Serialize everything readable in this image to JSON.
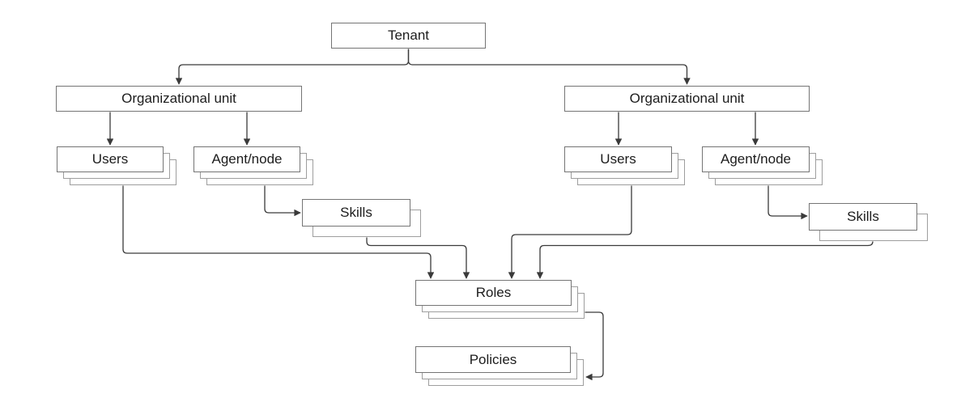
{
  "diagram": {
    "type": "hierarchy-flowchart",
    "nodes": {
      "tenant": {
        "label": "Tenant",
        "stacked": false
      },
      "org_unit_left": {
        "label": "Organizational unit",
        "stacked": false
      },
      "org_unit_right": {
        "label": "Organizational unit",
        "stacked": false
      },
      "users_left": {
        "label": "Users",
        "stacked": true
      },
      "agent_node_left": {
        "label": "Agent/node",
        "stacked": true
      },
      "skills_left": {
        "label": "Skills",
        "stacked": true
      },
      "users_right": {
        "label": "Users",
        "stacked": true
      },
      "agent_node_right": {
        "label": "Agent/node",
        "stacked": true
      },
      "skills_right": {
        "label": "Skills",
        "stacked": true
      },
      "roles": {
        "label": "Roles",
        "stacked": true
      },
      "policies": {
        "label": "Policies",
        "stacked": true
      }
    },
    "edges": [
      {
        "from": "tenant",
        "to": "org_unit_left"
      },
      {
        "from": "tenant",
        "to": "org_unit_right"
      },
      {
        "from": "org_unit_left",
        "to": "users_left"
      },
      {
        "from": "org_unit_left",
        "to": "agent_node_left"
      },
      {
        "from": "org_unit_right",
        "to": "users_right"
      },
      {
        "from": "org_unit_right",
        "to": "agent_node_right"
      },
      {
        "from": "agent_node_left",
        "to": "skills_left"
      },
      {
        "from": "agent_node_right",
        "to": "skills_right"
      },
      {
        "from": "users_left",
        "to": "roles"
      },
      {
        "from": "skills_left",
        "to": "roles"
      },
      {
        "from": "users_right",
        "to": "roles"
      },
      {
        "from": "skills_right",
        "to": "roles"
      },
      {
        "from": "roles",
        "to": "policies"
      }
    ],
    "colors": {
      "box_border": "#757575",
      "stack_border": "#9e9e9e",
      "connector": "#3a3a3a",
      "text": "#1c1c1c",
      "background": "#ffffff"
    }
  }
}
